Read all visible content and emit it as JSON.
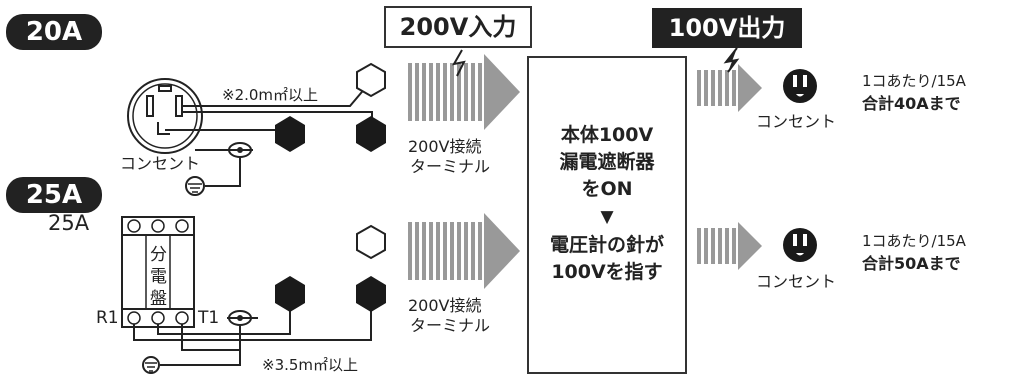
{
  "badges": {
    "top": "20A",
    "bottom": "25A"
  },
  "inputs": {
    "label": "200V入力"
  },
  "outputs": {
    "label": "100V出力"
  },
  "wires": {
    "top_spec": "※2.0m㎡以上",
    "bottom_spec": "※3.5m㎡以上"
  },
  "outlet_label_left": "コンセント",
  "panel": {
    "rating": "25A",
    "chars": [
      "分",
      "電",
      "盤"
    ],
    "r1": "R1",
    "t1": "T1"
  },
  "terminal": {
    "line1": "200V接続",
    "line2": "ターミナル"
  },
  "main_box": {
    "line1": "本体100V",
    "line2": "漏電遮断器",
    "line3": "をON",
    "arrow": "▼",
    "line4": "電圧計の針が",
    "line5": "100Vを指す"
  },
  "outlet_right": {
    "label": "コンセント",
    "top": {
      "line1": "1コあたり/15A",
      "line2": "合計40Aまで"
    },
    "bottom": {
      "line1": "1コあたり/15A",
      "line2": "合計50Aまで"
    }
  }
}
